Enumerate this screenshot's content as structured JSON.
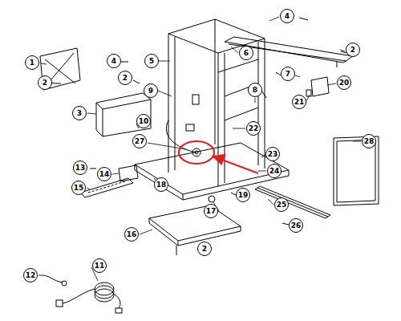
{
  "diagram": {
    "labels": [
      "4",
      "2",
      "1",
      "4",
      "5",
      "6",
      "8",
      "7",
      "2",
      "2",
      "20",
      "9",
      "21",
      "3",
      "10",
      "28",
      "22",
      "27",
      "23",
      "24",
      "13",
      "14",
      "18",
      "15",
      "19",
      "17",
      "25",
      "26",
      "16",
      "2",
      "11",
      "12"
    ]
  }
}
